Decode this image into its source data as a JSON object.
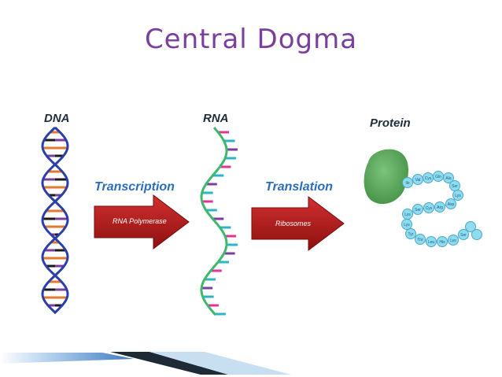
{
  "title": "Central Dogma",
  "labels": {
    "dna": "DNA",
    "rna": "RNA",
    "protein": "Protein"
  },
  "processes": {
    "transcription": {
      "label": "Transcription",
      "enzyme": "RNA Polymerase"
    },
    "translation": {
      "label": "Translation",
      "enzyme": "Ribosomes"
    }
  },
  "amino_acids": [
    "Ile",
    "Val",
    "Cys",
    "Gln",
    "Ala",
    "Ser",
    "Lys",
    "Asp",
    "Arg",
    "Cys",
    "Ser",
    "Lys",
    "Lys",
    "Tyr",
    "Thr",
    "Leu",
    "His",
    "Lys",
    "Ser"
  ],
  "colors": {
    "title": "#7a3f9c",
    "process_label": "#2b6dbd",
    "arrow": "#b51818",
    "dna_backbone": "#2b3fa8",
    "rna_backbone": "#3fb86a",
    "protein_blob": "#5aa95a",
    "amino_bead": "#7fd6ee"
  }
}
